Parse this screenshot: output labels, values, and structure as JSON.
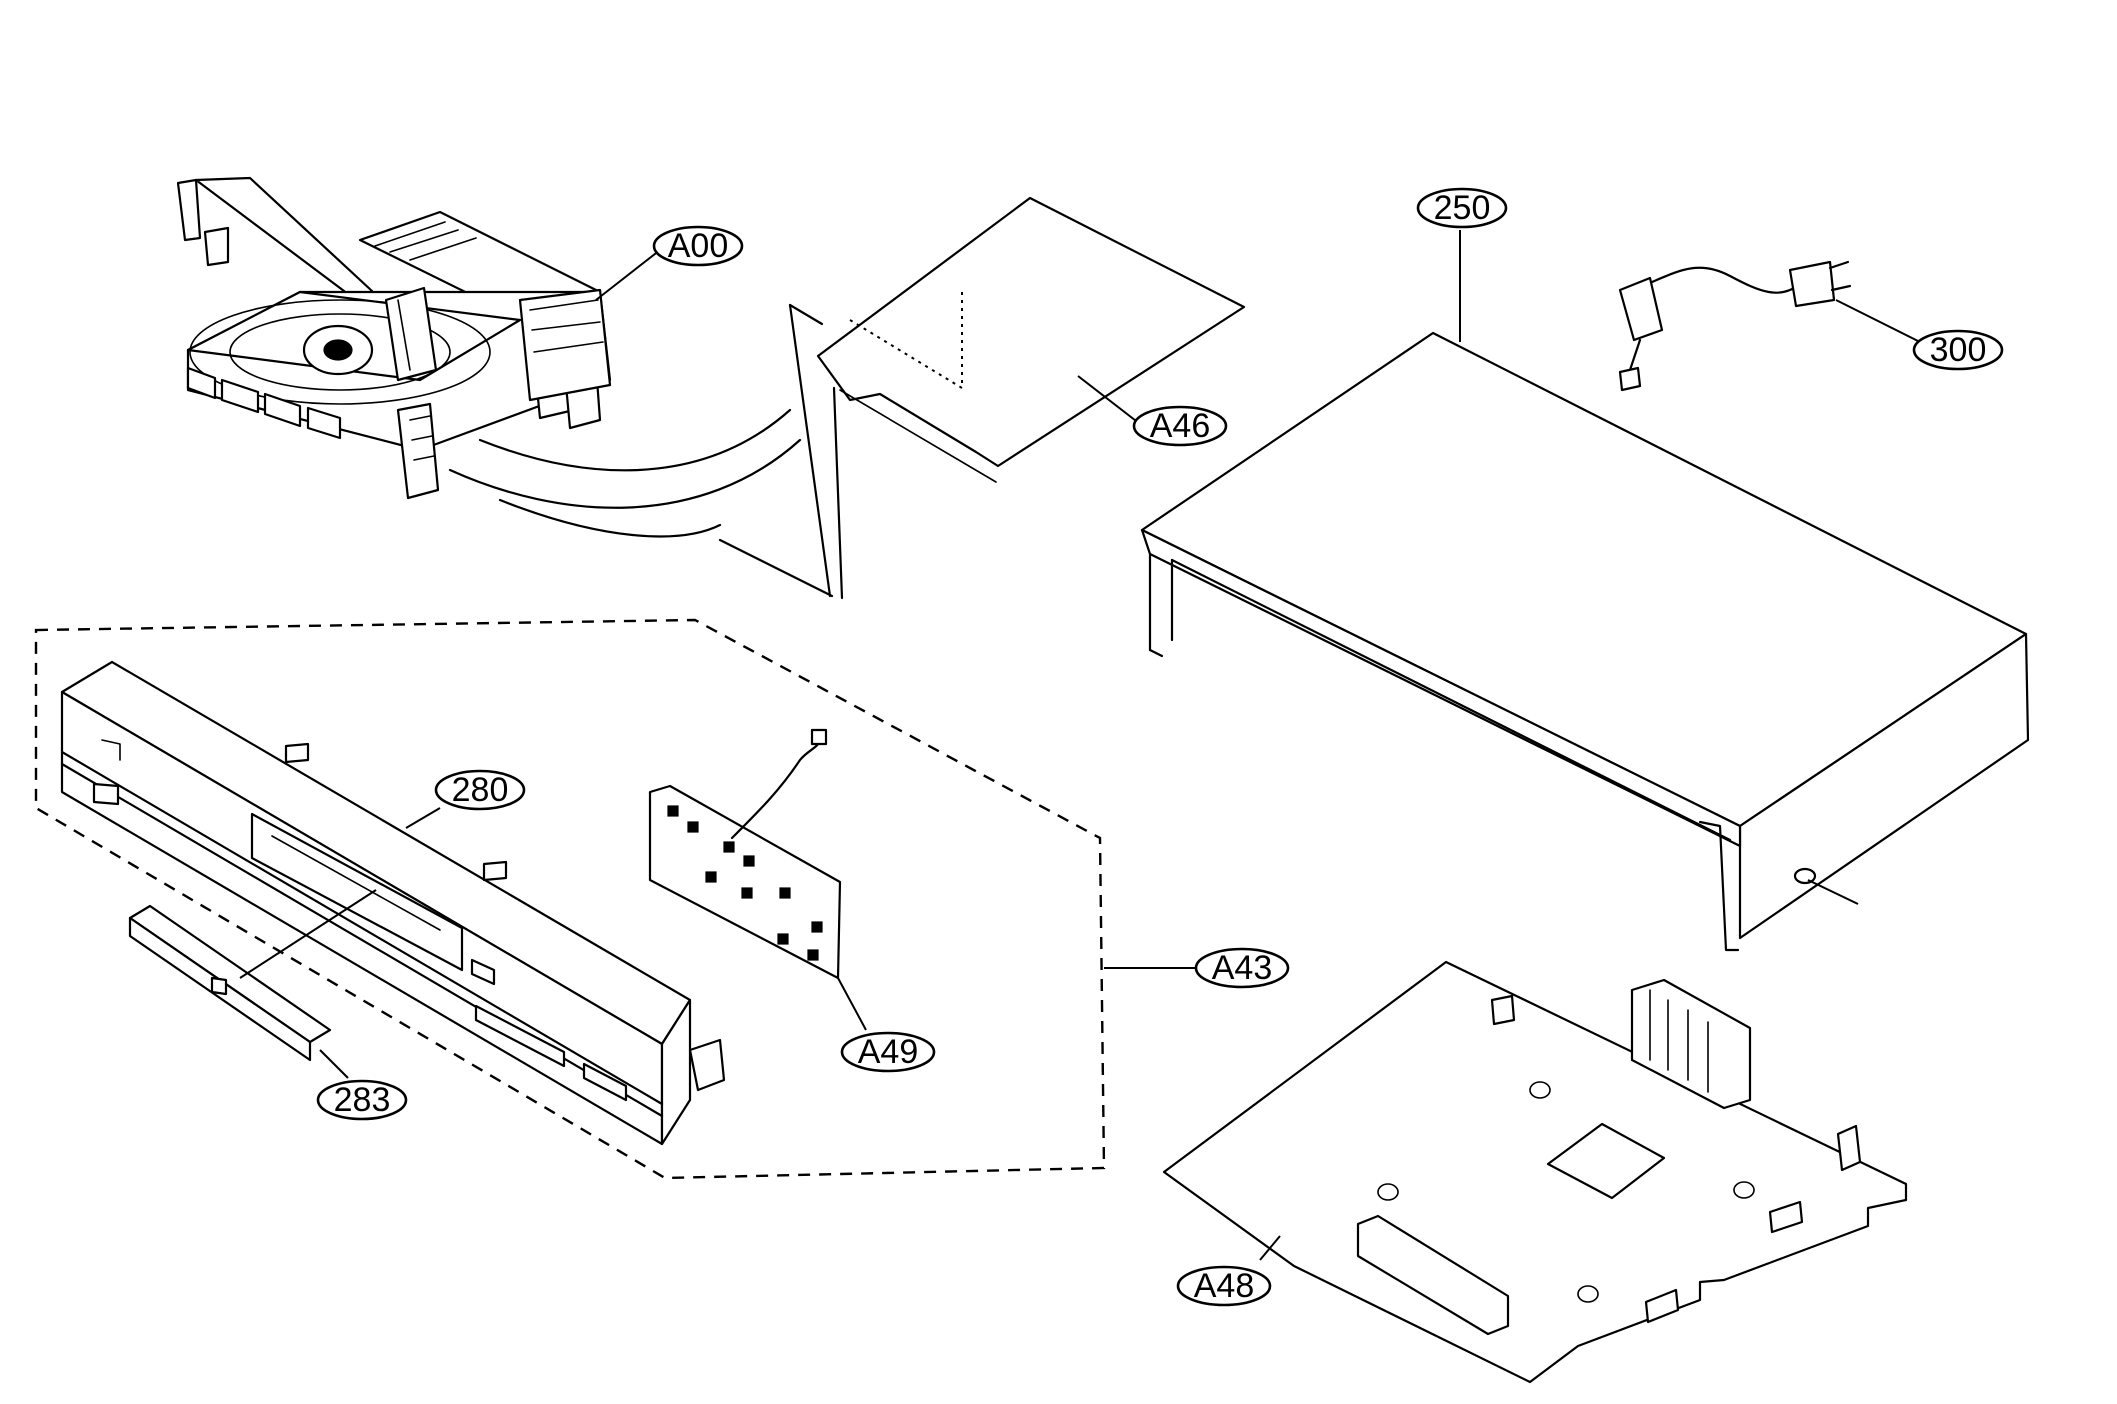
{
  "labels": {
    "a00": "A00",
    "a46": "A46",
    "250": "250",
    "300": "300",
    "280": "280",
    "a49": "A49",
    "a43": "A43",
    "283": "283",
    "a48": "A48"
  }
}
